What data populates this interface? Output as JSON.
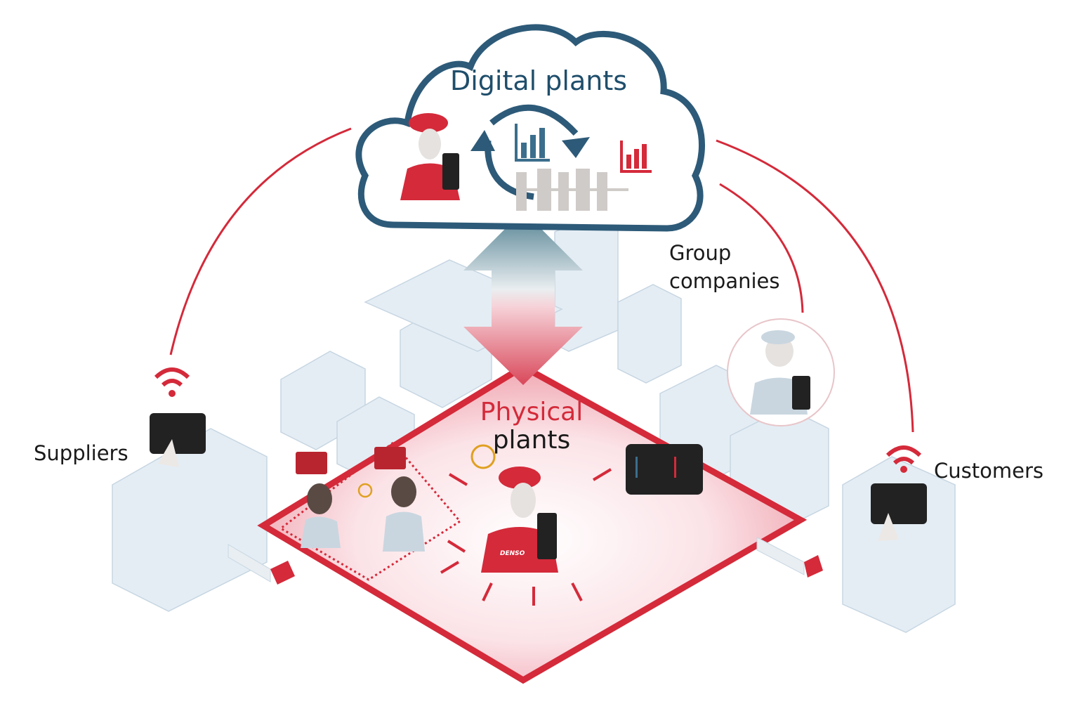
{
  "colors": {
    "accent_red": "#d42a3a",
    "cloud_blue": "#2d5a78",
    "building_blue": "#dfe9f1",
    "text_dark": "#1a1a1a"
  },
  "cloud": {
    "title": "Digital plants"
  },
  "center": {
    "title_line1": "Physical",
    "title_line2": "plants"
  },
  "labels": {
    "group_line1": "Group",
    "group_line2": "companies",
    "suppliers": "Suppliers",
    "customers": "Customers"
  },
  "brand": "DENSO"
}
